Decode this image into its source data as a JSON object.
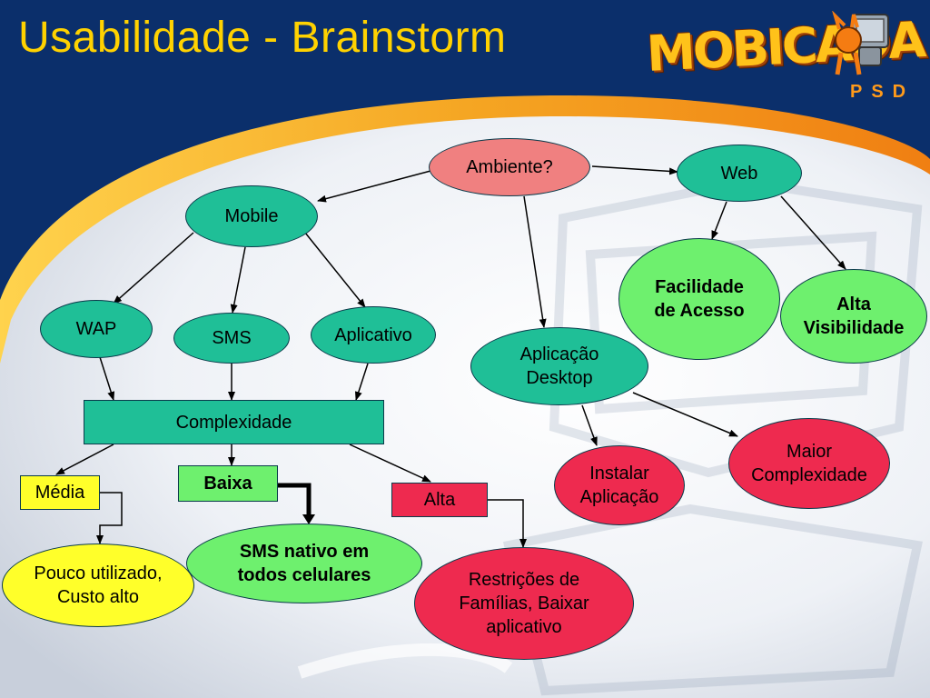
{
  "slide": {
    "title": "Usabilidade - Brainstorm",
    "logo_text": "MOBICADA",
    "logo_sub": "PSD"
  },
  "nodes": {
    "ambiente": "Ambiente?",
    "mobile": "Mobile",
    "web": "Web",
    "wap": "WAP",
    "sms": "SMS",
    "aplicativo": "Aplicativo",
    "aplicacao_desktop": "Aplicação Desktop",
    "facilidade": "Facilidade de Acesso",
    "alta_visibilidade": "Alta Visibilidade",
    "complexidade": "Complexidade",
    "media": "Média",
    "baixa": "Baixa",
    "alta": "Alta",
    "instalar": "Instalar Aplicação",
    "maior_complexidade": "Maior Complexidade",
    "pouco_utilizado": "Pouco utilizado, Custo alto",
    "sms_nativo": "SMS nativo em todos celulares",
    "restricoes": "Restrições de Famílias, Baixar aplicativo"
  },
  "colors": {
    "title": "#ffd200",
    "teal": "#1fbf97",
    "pink": "#f08080",
    "green": "#6ef06e",
    "red": "#ee2a4f",
    "yellow": "#ffff2a",
    "background_blue": "#0b2f6b",
    "swoosh_orange": "#f5a623"
  }
}
